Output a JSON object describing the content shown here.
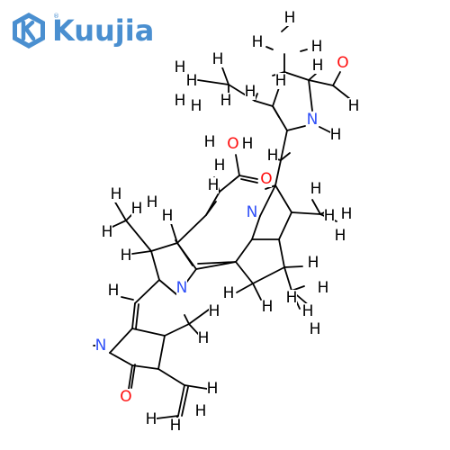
{
  "brand": {
    "name": "Kuujia",
    "registered": "®",
    "color": "#4a8fd0"
  },
  "molecule": {
    "colors": {
      "H": "#000000",
      "N": "#3050f8",
      "O": "#ff0d0d",
      "bond": "#000000"
    },
    "atoms": [
      {
        "el": "N"
      },
      {
        "el": "N"
      },
      {
        "el": "N"
      },
      {
        "el": "N"
      },
      {
        "el": "O"
      },
      {
        "el": "O"
      },
      {
        "el": "O"
      },
      {
        "el": "O"
      },
      {
        "el": "H"
      },
      {
        "el": "H"
      },
      {
        "el": "H"
      },
      {
        "el": "H"
      },
      {
        "el": "H"
      },
      {
        "el": "H"
      },
      {
        "el": "H"
      },
      {
        "el": "H"
      },
      {
        "el": "H"
      },
      {
        "el": "H"
      },
      {
        "el": "H"
      },
      {
        "el": "H"
      },
      {
        "el": "H"
      },
      {
        "el": "H"
      },
      {
        "el": "H"
      },
      {
        "el": "H"
      },
      {
        "el": "H"
      },
      {
        "el": "H"
      },
      {
        "el": "H"
      },
      {
        "el": "H"
      },
      {
        "el": "H"
      },
      {
        "el": "H"
      },
      {
        "el": "H"
      },
      {
        "el": "H"
      },
      {
        "el": "H"
      },
      {
        "el": "H"
      },
      {
        "el": "H"
      },
      {
        "el": "H"
      },
      {
        "el": "H"
      },
      {
        "el": "H"
      },
      {
        "el": "H"
      },
      {
        "el": "H"
      },
      {
        "el": "H"
      },
      {
        "el": "H"
      },
      {
        "el": "H"
      },
      {
        "el": "H"
      },
      {
        "el": "H"
      },
      {
        "el": "H"
      },
      {
        "el": "H"
      },
      {
        "el": "H"
      },
      {
        "el": "H"
      },
      {
        "el": "H"
      },
      {
        "el": "H"
      }
    ]
  }
}
